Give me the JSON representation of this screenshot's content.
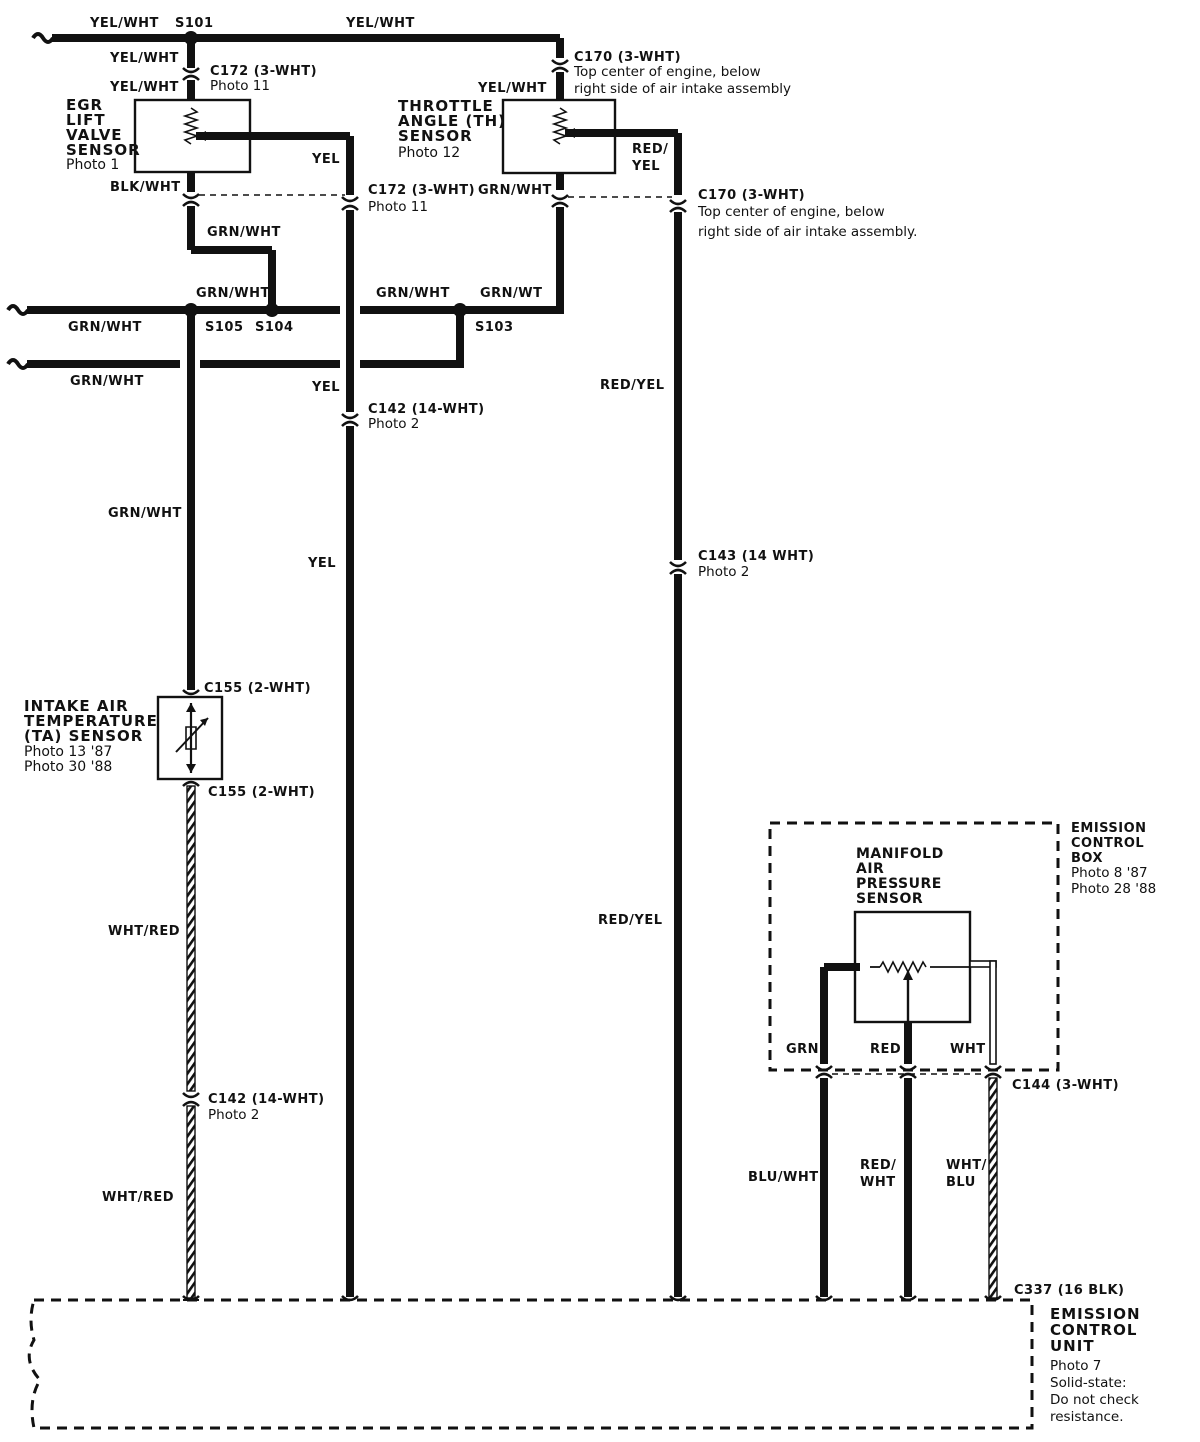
{
  "splices": {
    "s101": "S101",
    "s105": "S105",
    "s104": "S104",
    "s103": "S103"
  },
  "wires": {
    "yel_wht_top_left": "YEL/WHT",
    "yel_wht_top_right": "YEL/WHT",
    "yel_wht_egr_upper": "YEL/WHT",
    "yel_wht_egr_lower": "YEL/WHT",
    "yel_wht_th": "YEL/WHT",
    "yel_egr_out": "YEL",
    "red_yel_th_out": "RED/\nYEL",
    "blk_wht_egr": "BLK/WHT",
    "grn_wht_th": "GRN/WHT",
    "grn_wht_egr_branch": "GRN/WHT",
    "grn_wht_s105_right": "GRN/WHT",
    "grn_wht_mid": "GRN/WHT",
    "grn_wt_s103": "GRN/WT",
    "grn_wht_bus1_left": "GRN/WHT",
    "grn_wht_bus2_left": "GRN/WHT",
    "yel_upper": "YEL",
    "yel_lower": "YEL",
    "red_yel_upper": "RED/YEL",
    "red_yel_lower": "RED/YEL",
    "grn_wht_vertical": "GRN/WHT",
    "wht_red_upper": "WHT/RED",
    "wht_red_lower": "WHT/RED",
    "map_grn": "GRN",
    "map_red": "RED",
    "map_wht": "WHT",
    "blu_wht": "BLU/WHT",
    "red_wht": "RED/\nWHT",
    "wht_blu": "WHT/\nBLU"
  },
  "connectors": {
    "c172_top": "C172 (3-WHT)",
    "c172_top_photo": "Photo 11",
    "c172_bottom": "C172 (3-WHT)",
    "c172_bottom_photo": "Photo 11",
    "c170_top": "C170 (3-WHT)",
    "c170_top_loc1": "Top center of engine, below",
    "c170_top_loc2": "right side of air intake assembly",
    "c170_bottom": "C170 (3-WHT)",
    "c170_bottom_loc1": "Top center of engine, below",
    "c170_bottom_loc2": "right side of air intake assembly.",
    "c142_yel": "C142 (14-WHT)",
    "c142_yel_photo": "Photo 2",
    "c143": "C143 (14 WHT)",
    "c143_photo": "Photo 2",
    "c155_top": "C155 (2-WHT)",
    "c155_bottom": "C155 (2-WHT)",
    "c142_wht": "C142 (14-WHT)",
    "c142_wht_photo": "Photo 2",
    "c144": "C144 (3-WHT)",
    "c337": "C337 (16 BLK)"
  },
  "components": {
    "egr": {
      "lines": [
        "EGR",
        "LIFT",
        "VALVE",
        "SENSOR"
      ],
      "photo": "Photo 1"
    },
    "throttle": {
      "lines": [
        "THROTTLE",
        "ANGLE (TH)",
        "SENSOR"
      ],
      "photo": "Photo 12"
    },
    "intake": {
      "lines": [
        "INTAKE AIR",
        "TEMPERATURE",
        "(TA) SENSOR"
      ],
      "photo1": "Photo 13 '87",
      "photo2": "Photo 30 '88"
    },
    "map": {
      "lines": [
        "MANIFOLD",
        "AIR",
        "PRESSURE",
        "SENSOR"
      ]
    },
    "emission_box": {
      "lines": [
        "EMISSION",
        "CONTROL",
        "BOX"
      ],
      "photo1": "Photo 8 '87",
      "photo2": "Photo 28 '88"
    },
    "ecu": {
      "lines": [
        "EMISSION",
        "CONTROL",
        "UNIT"
      ],
      "photo": "Photo 7",
      "note1": "Solid-state:",
      "note2": "Do not check",
      "note3": "resistance."
    }
  }
}
